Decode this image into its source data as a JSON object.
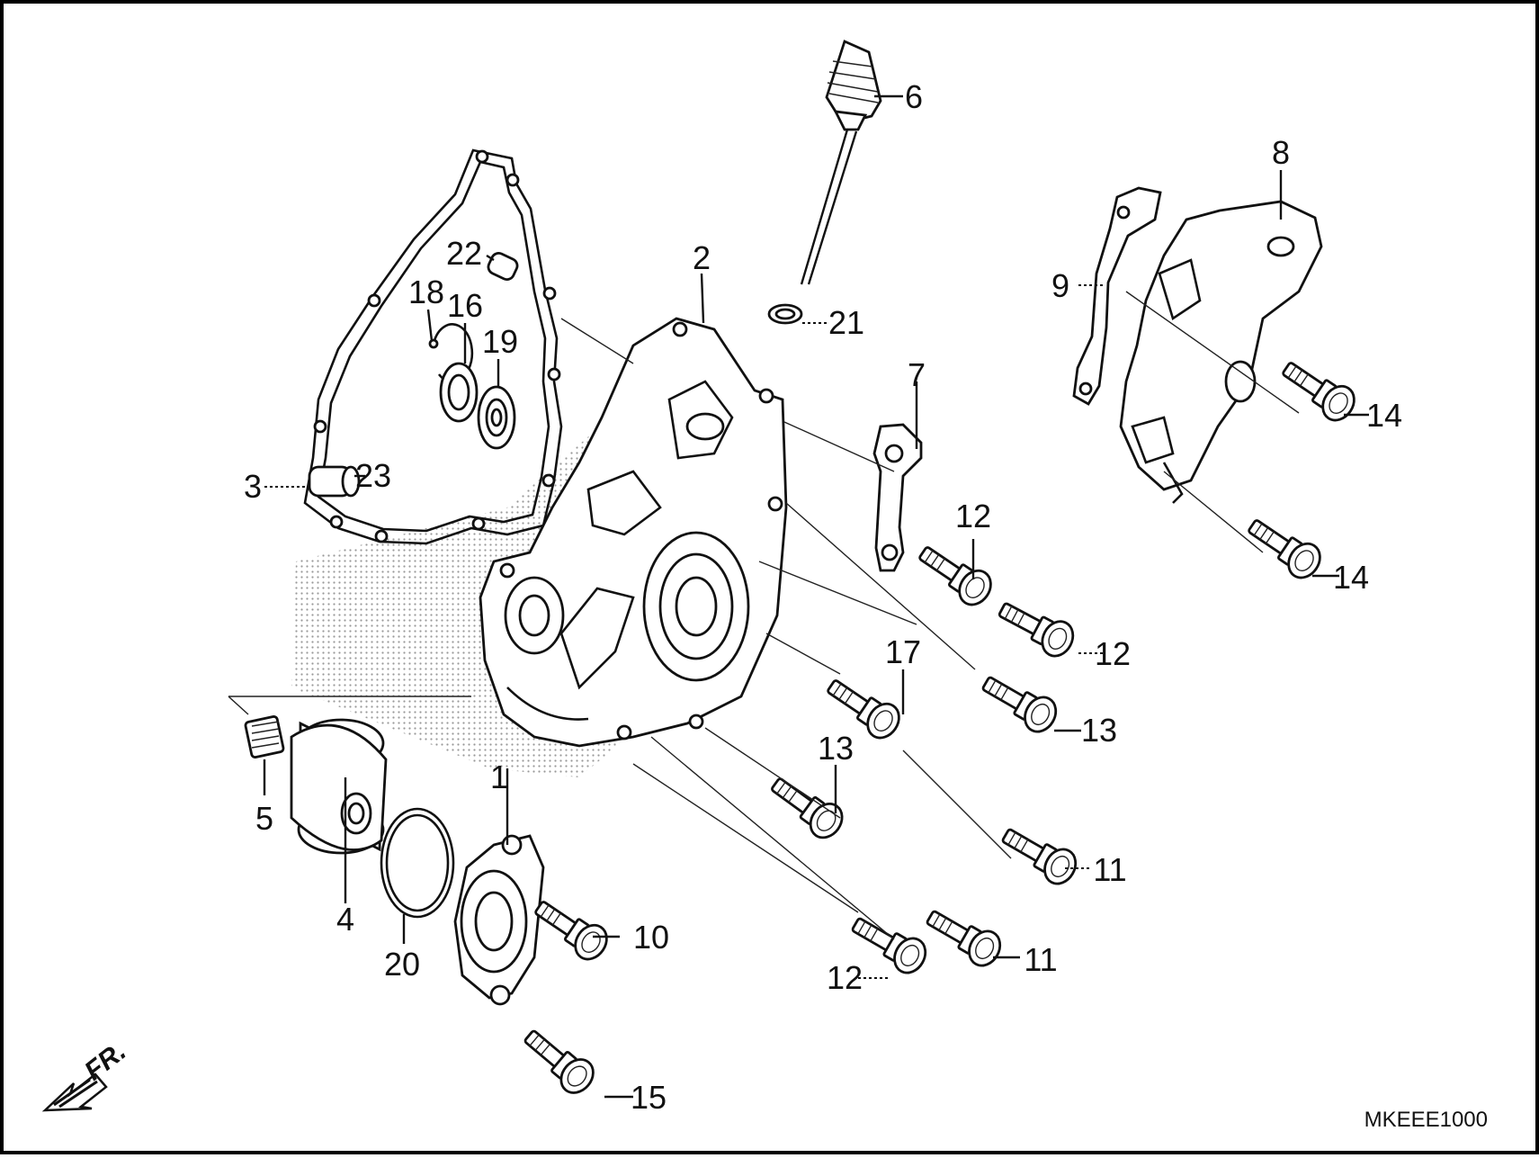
{
  "diagram": {
    "code": "MKEEE1000",
    "front_marker": "FR.",
    "callouts": [
      {
        "id": "c1",
        "text": "1"
      },
      {
        "id": "c2",
        "text": "2"
      },
      {
        "id": "c3",
        "text": "3"
      },
      {
        "id": "c4",
        "text": "4"
      },
      {
        "id": "c5",
        "text": "5"
      },
      {
        "id": "c6",
        "text": "6"
      },
      {
        "id": "c7",
        "text": "7"
      },
      {
        "id": "c8",
        "text": "8"
      },
      {
        "id": "c9",
        "text": "9"
      },
      {
        "id": "c10",
        "text": "10"
      },
      {
        "id": "c11a",
        "text": "11"
      },
      {
        "id": "c11b",
        "text": "11"
      },
      {
        "id": "c12a",
        "text": "12"
      },
      {
        "id": "c12b",
        "text": "12"
      },
      {
        "id": "c12c",
        "text": "12"
      },
      {
        "id": "c13a",
        "text": "13"
      },
      {
        "id": "c13b",
        "text": "13"
      },
      {
        "id": "c14a",
        "text": "14"
      },
      {
        "id": "c14b",
        "text": "14"
      },
      {
        "id": "c15",
        "text": "15"
      },
      {
        "id": "c16",
        "text": "16"
      },
      {
        "id": "c17",
        "text": "17"
      },
      {
        "id": "c18",
        "text": "18"
      },
      {
        "id": "c19",
        "text": "19"
      },
      {
        "id": "c20",
        "text": "20"
      },
      {
        "id": "c21",
        "text": "21"
      },
      {
        "id": "c22",
        "text": "22"
      },
      {
        "id": "c23",
        "text": "23"
      }
    ]
  }
}
